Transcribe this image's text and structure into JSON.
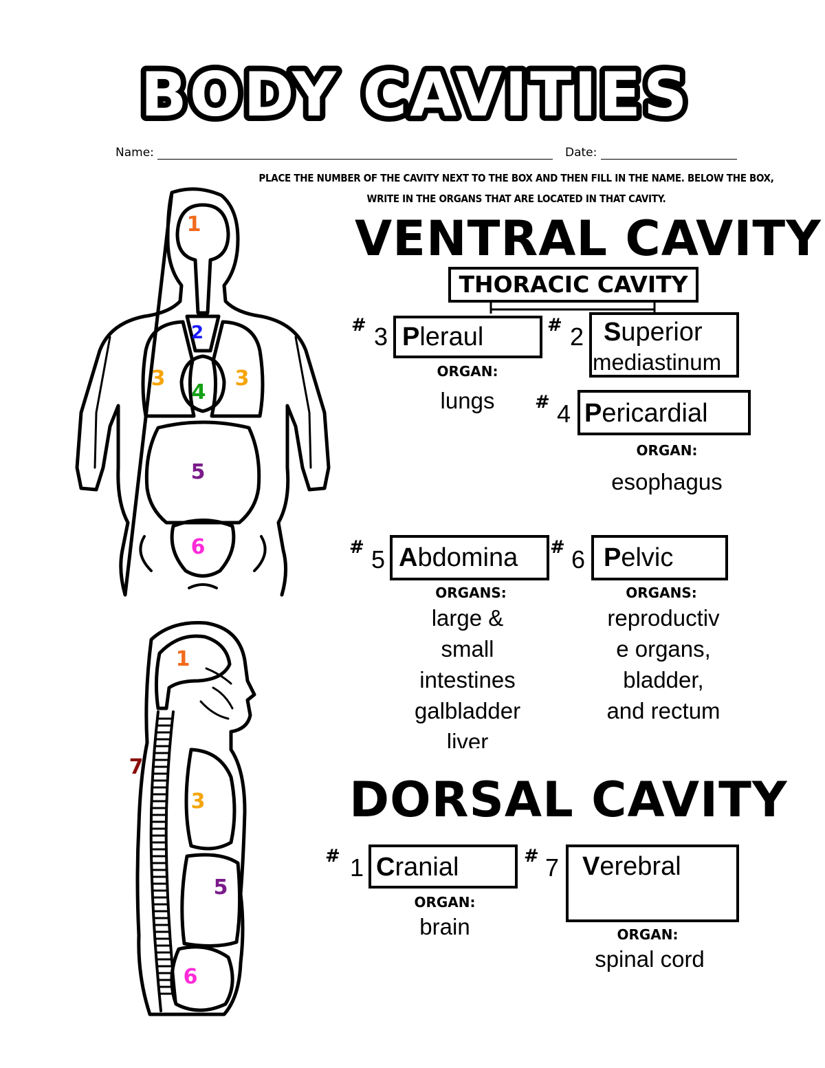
{
  "title": "BODY CAVITIES",
  "form": {
    "name_label": "Name:",
    "date_label": "Date:"
  },
  "instructions": [
    "Place the number of the cavity next to the box and then fill in the name.  Below the box,",
    "write in the organs that are located in that cavity."
  ],
  "ventral": {
    "heading": "VENTRAL CAVITY",
    "thoracic_label": "THORACIC CAVITY",
    "pleural": {
      "hash": "#",
      "number": "3",
      "initial": "P",
      "rest": "leraul",
      "organ_label": "ORGAN:",
      "organs": [
        "lungs"
      ]
    },
    "superior": {
      "hash": "#",
      "number": "2",
      "initial": "S",
      "rest": "uperior",
      "line2": "mediastinum"
    },
    "pericardial": {
      "hash": "#",
      "number": "4",
      "initial": "P",
      "rest": "ericardial",
      "organ_label": "ORGAN:",
      "organs": [
        "esophagus"
      ]
    },
    "abdominal": {
      "hash": "#",
      "number": "5",
      "initial": "A",
      "rest": "bdomina",
      "organ_label": "ORGANS:",
      "organs": [
        "large &",
        "small",
        "intestines",
        "galbladder",
        "liver"
      ]
    },
    "pelvic": {
      "hash": "#",
      "number": "6",
      "initial": "P",
      "rest": "elvic",
      "organ_label": "ORGANS:",
      "organs": [
        "reproductiv",
        "e organs,",
        "bladder,",
        "and rectum"
      ]
    }
  },
  "dorsal": {
    "heading": "DORSAL CAVITY",
    "cranial": {
      "hash": "#",
      "number": "1",
      "initial": "C",
      "rest": "ranial",
      "organ_label": "ORGAN:",
      "organs": [
        "brain"
      ]
    },
    "vertebral": {
      "hash": "#",
      "number": "7",
      "initial": "V",
      "rest": "erebral",
      "organ_label": "ORGAN:",
      "organs": [
        "spinal cord"
      ]
    }
  },
  "front_figure": {
    "labels": [
      "1",
      "2",
      "3",
      "3",
      "4",
      "5",
      "6"
    ],
    "colors": [
      "#f26b1d",
      "#1a1aff",
      "#f5a50a",
      "#f5a50a",
      "#15a015",
      "#7b1b8a",
      "#ff2bd9"
    ]
  },
  "side_figure": {
    "labels": [
      "1",
      "7",
      "3",
      "5",
      "6"
    ],
    "colors": [
      "#f26b1d",
      "#8b0d0d",
      "#f5a50a",
      "#7b1b8a",
      "#ff2bd9"
    ]
  }
}
